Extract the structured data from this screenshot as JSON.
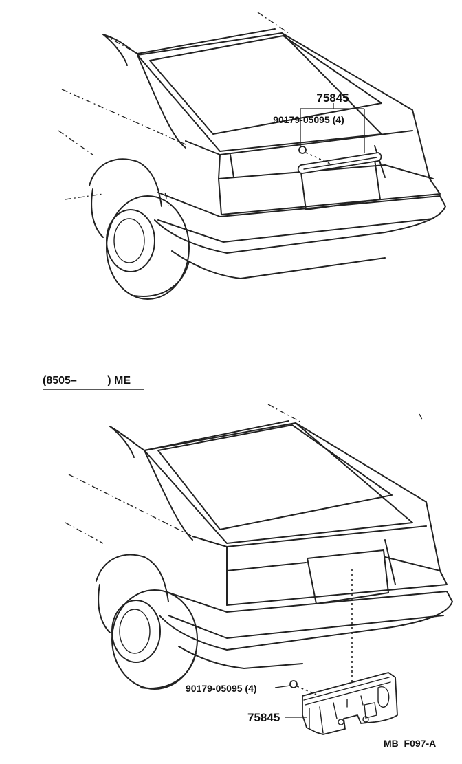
{
  "top_view": {
    "callouts": {
      "garnish_part": "75845",
      "clip_part": "90179-05095 (4)"
    }
  },
  "bottom_view": {
    "section_label": "(8505–          ) ME",
    "callouts": {
      "clip_part": "90179-05095 (4)",
      "garnish_part": "75845"
    }
  },
  "footer": {
    "catalog_code": "MB  F097-A"
  }
}
